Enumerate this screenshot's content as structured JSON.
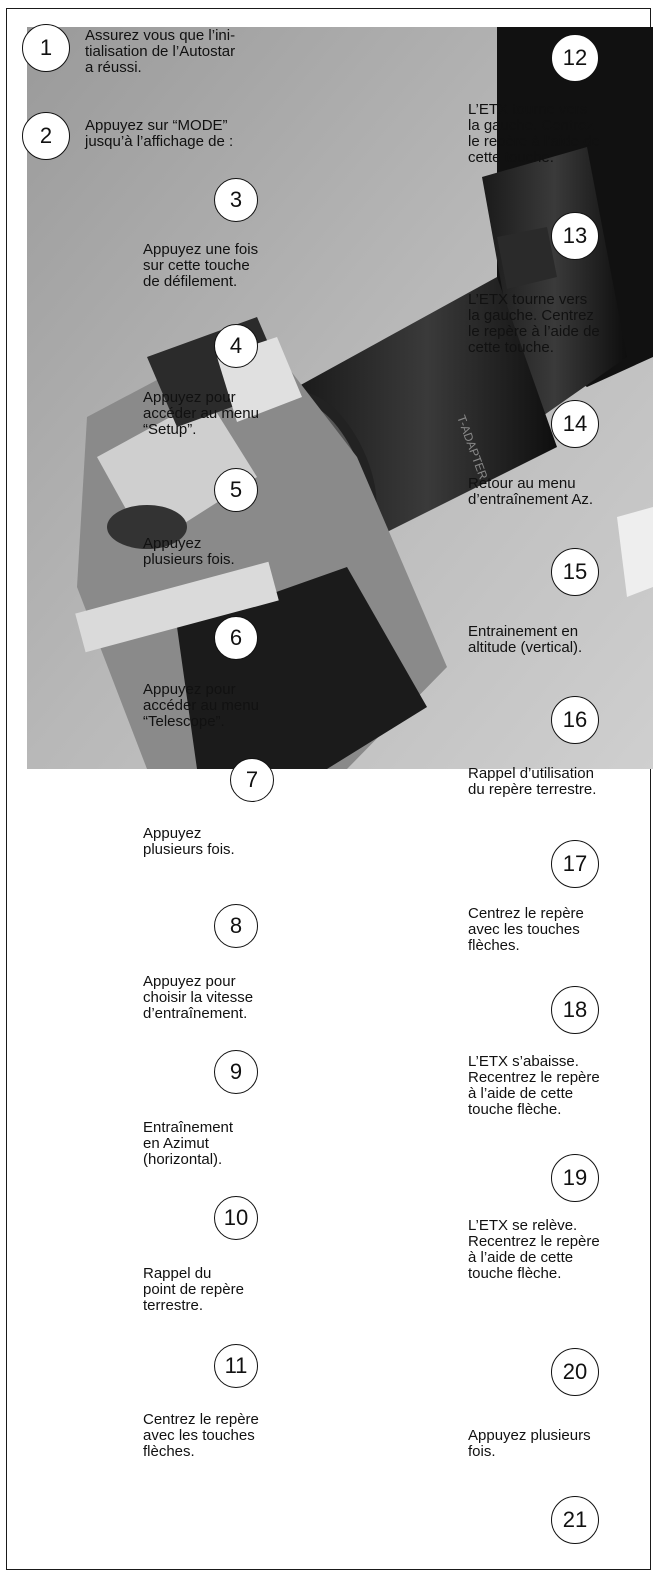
{
  "steps": [
    {
      "num": "1",
      "text": "Assurez vous que l’ini-\ntialisation de l’Autostar\na réussi."
    },
    {
      "num": "2",
      "text": "Appuyez sur “MODE”\njusqu’à l’affichage de :"
    },
    {
      "num": "3",
      "text": "Appuyez une fois\nsur cette touche\nde défilement."
    },
    {
      "num": "4",
      "text": "Appuyez pour\naccéder au menu\n“Setup”."
    },
    {
      "num": "5",
      "text": "Appuyez\nplusieurs fois."
    },
    {
      "num": "6",
      "text": "Appuyez pour\naccéder au menu\n“Telescope”."
    },
    {
      "num": "7",
      "text": "Appuyez\nplusieurs fois."
    },
    {
      "num": "8",
      "text": "Appuyez pour\nchoisir la vitesse\nd’entraînement."
    },
    {
      "num": "9",
      "text": "Entraînement\nen Azimut\n(horizontal)."
    },
    {
      "num": "10",
      "text": "Rappel du\npoint de repère\nterrestre."
    },
    {
      "num": "11",
      "text": "Centrez le repère\navec les touches\nflèches."
    },
    {
      "num": "12",
      "text": "L’ETX tourne vers\nla gauche. Centrez\nle repère à l’aide de\ncette touche."
    },
    {
      "num": "13",
      "text": "L’ETX tourne vers\nla gauche. Centrez\nle repère à l’aide de\ncette touche."
    },
    {
      "num": "14",
      "text": "Retour au menu\nd’entraînement Az."
    },
    {
      "num": "15",
      "text": "Entrainement en\naltitude (vertical)."
    },
    {
      "num": "16",
      "text": "Rappel d’utilisation\ndu repère terrestre."
    },
    {
      "num": "17",
      "text": "Centrez le repère\navec les touches\nflèches."
    },
    {
      "num": "18",
      "text": "L’ETX s’abaisse.\nRecentrez le repère\nà l’aide de cette\ntouche flèche."
    },
    {
      "num": "19",
      "text": "L’ETX se relève.\nRecentrez le repère\nà l’aide de cette\ntouche flèche."
    },
    {
      "num": "20",
      "text": "Appuyez plusieurs\nfois."
    },
    {
      "num": "21",
      "text": ""
    }
  ],
  "photo": {
    "adapter_engraving": "T-ADAPTER"
  }
}
